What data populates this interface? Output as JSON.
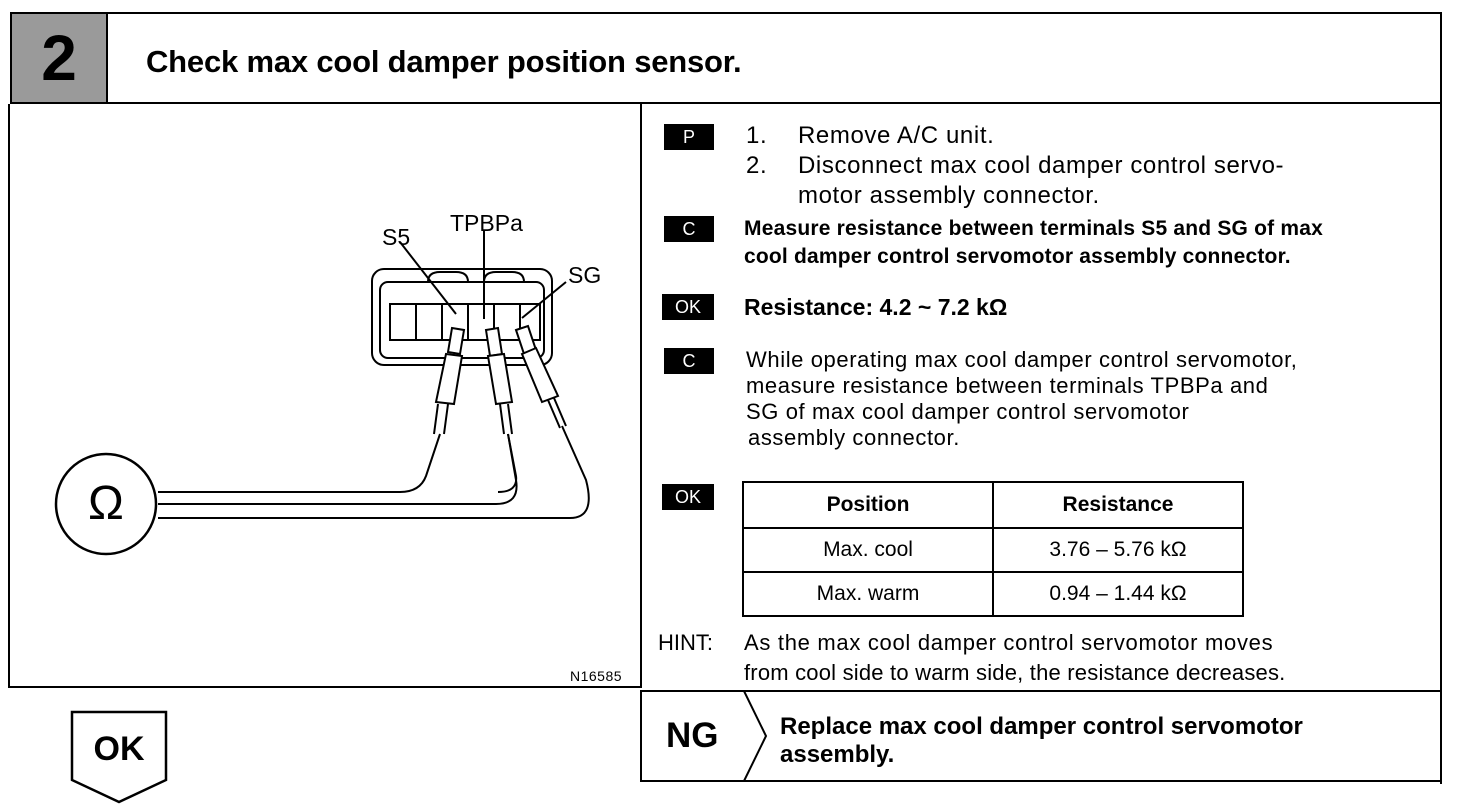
{
  "header": {
    "step_number": "2",
    "title": "Check max cool damper position sensor."
  },
  "diagram": {
    "labels": {
      "s5": "S5",
      "tpbpa": "TPBPa",
      "sg": "SG"
    },
    "meter_symbol": "Ω",
    "figure_code": "N16585"
  },
  "procedure": {
    "prep_badge": "P",
    "prep_steps": [
      {
        "num": "1.",
        "text": "Remove A/C unit."
      },
      {
        "num": "2.",
        "text_line1": "Disconnect max cool damper control servo-",
        "text_line2": "motor assembly connector."
      }
    ],
    "check1_badge": "C",
    "check1_line1": "Measure resistance between terminals S5 and SG of max",
    "check1_line2": "cool damper control servomotor assembly connector.",
    "ok1_badge": "OK",
    "ok1_text": "Resistance: 4.2 ~ 7.2 kΩ",
    "check2_badge": "C",
    "check2_line1": "While operating max cool damper control servomotor,",
    "check2_line2": "measure resistance between terminals TPBPa and",
    "check2_line3": "SG of max cool damper control servomotor",
    "check2_line4": "assembly connector.",
    "ok2_badge": "OK",
    "table": {
      "headers": [
        "Position",
        "Resistance"
      ],
      "rows": [
        [
          "Max. cool",
          "3.76 – 5.76 kΩ"
        ],
        [
          "Max. warm",
          "0.94 – 1.44 kΩ"
        ]
      ]
    },
    "hint_label": "HINT:",
    "hint_line1": "As the max cool damper control servomotor moves",
    "hint_line2": "from cool side to warm side, the resistance decreases."
  },
  "result": {
    "ok_label": "OK",
    "ng_label": "NG",
    "ng_line1": "Replace max cool damper control servomotor",
    "ng_line2": "assembly."
  }
}
